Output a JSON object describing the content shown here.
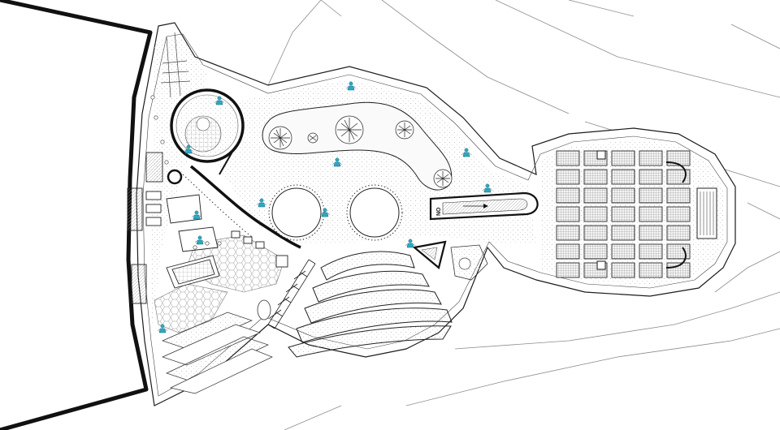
{
  "plan": {
    "labels": {
      "ramp_marker": "NO"
    },
    "colors": {
      "background": "#ffffff",
      "ink": "#111111",
      "accent_figures": "#2fa7c2",
      "paving_dots": "#bdbdbd",
      "solar_panel": "#2a2a2a"
    },
    "elements": {
      "amphitheater_rows": 5,
      "circular_pools": 2,
      "solar_array_columns": 5,
      "solar_array_rows": 7,
      "trees": 5,
      "people_figures": 12
    }
  }
}
